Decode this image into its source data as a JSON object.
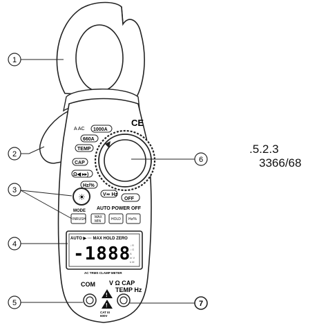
{
  "meter": {
    "ce_mark": "CE",
    "range_labels": {
      "aac": "A AC",
      "a1000": "1000A",
      "a660": "660A",
      "temp": "TEMP",
      "cap": "CAP",
      "diode": "Ω◀ ▸▸)",
      "hz": "Hz/%",
      "v": "V≂ Hz",
      "off": "OFF"
    },
    "buttons": {
      "mode_label": "MODE",
      "mode_symbol": "☀",
      "auto_power_off": "AUTO POWER OFF",
      "inrush": "INRUSH",
      "max_min_line1": "MAX",
      "max_min_line2": "MIN",
      "hold": "HOLD",
      "hz_pct": "Hz/%"
    },
    "lcd": {
      "status": "AUTO ▶ ··· MAX HOLD ZERO",
      "digits": "-1888",
      "units_right": "↓ R\n↓ G\n  A\n m V\n k M",
      "caption": "AC TRMS CLAMP METER"
    },
    "jacks": {
      "com_label": "COM",
      "v_label": "V Ω CAP",
      "temp_label": "TEMP Hz",
      "cat_rating": "CAT III\n600V"
    }
  },
  "callouts": [
    "1",
    "2",
    "3",
    "4",
    "5",
    "6",
    "7"
  ],
  "reference": {
    "section": ".5.2.3",
    "code": "3366/68"
  }
}
